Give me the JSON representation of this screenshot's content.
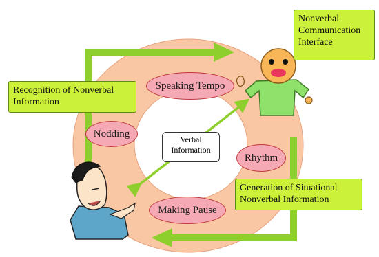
{
  "boxes": {
    "interface": "Nonverbal\nCommunication\nInterface",
    "recognition": "Recognition of Nonverbal\nInformation",
    "generation": "Generation of Situational\nNonverbal Information",
    "verbal": "Verbal\nInformation"
  },
  "cues": {
    "speaking_tempo": "Speaking Tempo",
    "nodding": "Nodding",
    "rhythm": "Rhythm",
    "making_pause": "Making Pause"
  },
  "colors": {
    "ring": "#f9c7a4",
    "arrow": "#8fcf2d",
    "label_fill": "#f4a9b5",
    "box_fill": "#ccf13a",
    "robot_head": "#f8b657",
    "robot_body": "#8ee26c"
  }
}
